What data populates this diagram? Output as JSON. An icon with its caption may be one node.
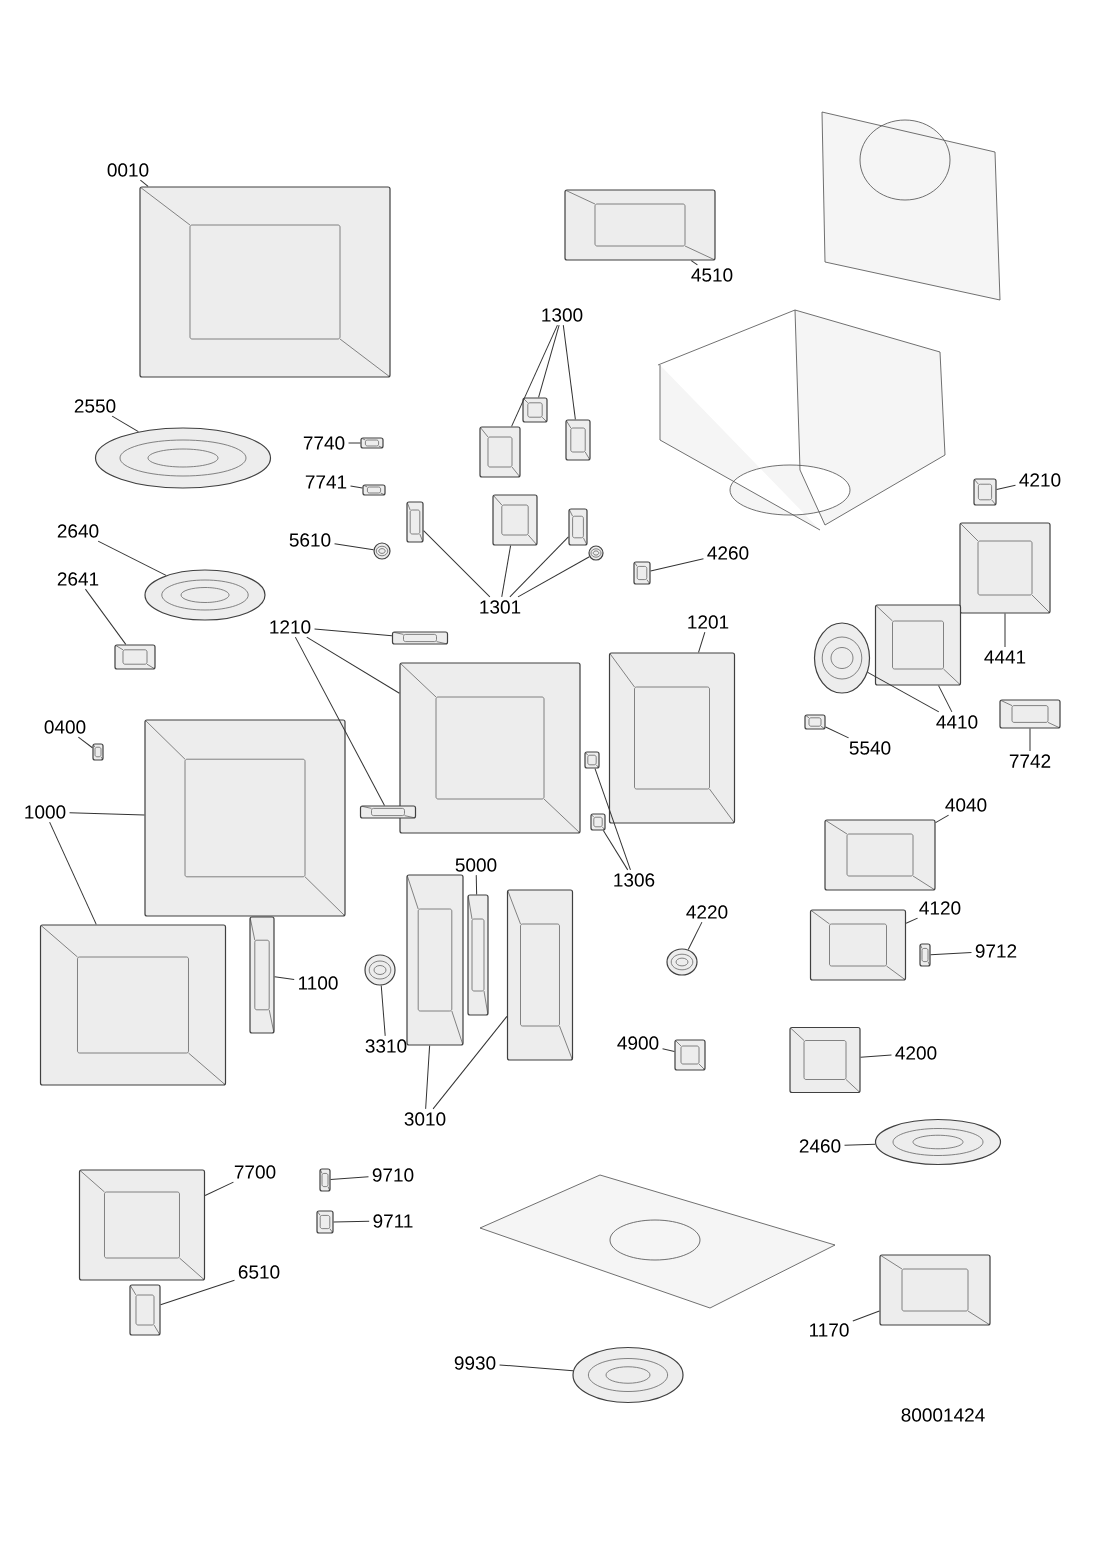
{
  "diagram": {
    "nodes": [
      {
        "text": [
          "0010"
        ]
      },
      {
        "text": [],
        "shape": "picture"
      },
      {
        "text": [
          "4510"
        ]
      },
      {
        "text": [],
        "shape": "picture"
      },
      {
        "text": [
          "1300"
        ]
      },
      {
        "text": [],
        "shape": "picture"
      },
      {
        "text": [],
        "shape": "picture"
      },
      {
        "text": [],
        "shape": "picture"
      },
      {
        "text": [
          "7740"
        ]
      },
      {
        "text": [],
        "shape": "picture"
      },
      {
        "text": [
          "7741"
        ]
      },
      {
        "text": [],
        "shape": "picture"
      },
      {
        "text": [
          "2550"
        ]
      },
      {
        "text": [],
        "shape": "picture"
      },
      {
        "text": [
          "4210"
        ]
      },
      {
        "text": [],
        "shape": "picture"
      },
      {
        "text": [
          "5610"
        ]
      },
      {
        "text": [],
        "shape": "picture"
      },
      {
        "text": [
          "4260"
        ]
      },
      {
        "text": [],
        "shape": "picture"
      },
      {
        "text": [
          "1301"
        ]
      },
      {
        "text": [],
        "shape": "picture"
      },
      {
        "text": [],
        "shape": "picture"
      },
      {
        "text": [],
        "shape": "picture"
      },
      {
        "text": [],
        "shape": "picture"
      },
      {
        "text": [
          "2640"
        ]
      },
      {
        "text": [],
        "shape": "picture"
      },
      {
        "text": [
          "2641"
        ]
      },
      {
        "text": [],
        "shape": "picture"
      },
      {
        "text": [
          "1210"
        ]
      },
      {
        "text": [],
        "shape": "picture"
      },
      {
        "text": [],
        "shape": "picture"
      },
      {
        "text": [],
        "shape": "picture"
      },
      {
        "text": [
          "1201"
        ]
      },
      {
        "text": [],
        "shape": "picture"
      },
      {
        "text": [
          "4441"
        ]
      },
      {
        "text": [],
        "shape": "picture"
      },
      {
        "text": [
          "4410"
        ]
      },
      {
        "text": [],
        "shape": "picture"
      },
      {
        "text": [],
        "shape": "picture"
      },
      {
        "text": [
          "0400"
        ]
      },
      {
        "text": [],
        "shape": "picture"
      },
      {
        "text": [
          "5540"
        ]
      },
      {
        "text": [],
        "shape": "picture"
      },
      {
        "text": [
          "7742"
        ]
      },
      {
        "text": [],
        "shape": "picture"
      },
      {
        "text": [
          "1000"
        ]
      },
      {
        "text": [],
        "shape": "picture"
      },
      {
        "text": [],
        "shape": "picture"
      },
      {
        "text": [
          "4040"
        ]
      },
      {
        "text": [],
        "shape": "picture"
      },
      {
        "text": [
          "1306"
        ]
      },
      {
        "text": [],
        "shape": "picture"
      },
      {
        "text": [],
        "shape": "picture"
      },
      {
        "text": [
          "5000"
        ]
      },
      {
        "text": [],
        "shape": "picture"
      },
      {
        "text": [
          "4120"
        ]
      },
      {
        "text": [],
        "shape": "picture"
      },
      {
        "text": [
          "4220"
        ]
      },
      {
        "text": [],
        "shape": "picture"
      },
      {
        "text": [
          "9712"
        ]
      },
      {
        "text": [],
        "shape": "picture"
      },
      {
        "text": [
          "1100"
        ]
      },
      {
        "text": [],
        "shape": "picture"
      },
      {
        "text": [
          "3310"
        ]
      },
      {
        "text": [],
        "shape": "picture"
      },
      {
        "text": [
          "4900"
        ]
      },
      {
        "text": [],
        "shape": "picture"
      },
      {
        "text": [
          "4200"
        ]
      },
      {
        "text": [],
        "shape": "picture"
      },
      {
        "text": [
          "3010"
        ]
      },
      {
        "text": [],
        "shape": "picture"
      },
      {
        "text": [],
        "shape": "picture"
      },
      {
        "text": [
          "2460"
        ]
      },
      {
        "text": [],
        "shape": "picture"
      },
      {
        "text": [
          "7700"
        ]
      },
      {
        "text": [],
        "shape": "picture"
      },
      {
        "text": [
          "9710"
        ]
      },
      {
        "text": [],
        "shape": "picture"
      },
      {
        "text": [
          "9711"
        ]
      },
      {
        "text": [],
        "shape": "picture"
      },
      {
        "text": [
          "6510"
        ]
      },
      {
        "text": [],
        "shape": "picture"
      },
      {
        "text": [
          "1170"
        ]
      },
      {
        "text": [],
        "shape": "picture"
      },
      {
        "text": [
          "9930"
        ]
      },
      {
        "text": [],
        "shape": "picture"
      }
    ],
    "edges": [
      {
        "from": 0,
        "to": 1,
        "arrow": "none"
      },
      {
        "from": 2,
        "to": 3,
        "arrow": "none"
      },
      {
        "from": 4,
        "to": 5,
        "arrow": "none"
      },
      {
        "from": 4,
        "to": 6,
        "arrow": "none"
      },
      {
        "from": 4,
        "to": 7,
        "arrow": "none"
      },
      {
        "from": 8,
        "to": 9,
        "arrow": "none"
      },
      {
        "from": 10,
        "to": 11,
        "arrow": "none"
      },
      {
        "from": 12,
        "to": 13,
        "arrow": "none"
      },
      {
        "from": 14,
        "to": 15,
        "arrow": "none"
      },
      {
        "from": 16,
        "to": 17,
        "arrow": "none"
      },
      {
        "from": 18,
        "to": 19,
        "arrow": "none"
      },
      {
        "from": 20,
        "to": 21,
        "arrow": "none"
      },
      {
        "from": 20,
        "to": 22,
        "arrow": "none"
      },
      {
        "from": 20,
        "to": 23,
        "arrow": "none"
      },
      {
        "from": 20,
        "to": 24,
        "arrow": "none"
      },
      {
        "from": 25,
        "to": 26,
        "arrow": "none"
      },
      {
        "from": 27,
        "to": 28,
        "arrow": "none"
      },
      {
        "from": 29,
        "to": 30,
        "arrow": "none"
      },
      {
        "from": 29,
        "to": 31,
        "arrow": "none"
      },
      {
        "from": 29,
        "to": 32,
        "arrow": "none"
      },
      {
        "from": 33,
        "to": 34,
        "arrow": "none"
      },
      {
        "from": 35,
        "to": 36,
        "arrow": "none"
      },
      {
        "from": 37,
        "to": 38,
        "arrow": "none"
      },
      {
        "from": 37,
        "to": 39,
        "arrow": "none"
      },
      {
        "from": 40,
        "to": 41,
        "arrow": "none"
      },
      {
        "from": 42,
        "to": 43,
        "arrow": "none"
      },
      {
        "from": 44,
        "to": 45,
        "arrow": "none"
      },
      {
        "from": 46,
        "to": 47,
        "arrow": "none"
      },
      {
        "from": 46,
        "to": 48,
        "arrow": "none"
      },
      {
        "from": 49,
        "to": 50,
        "arrow": "none"
      },
      {
        "from": 51,
        "to": 52,
        "arrow": "none"
      },
      {
        "from": 51,
        "to": 53,
        "arrow": "none"
      },
      {
        "from": 54,
        "to": 55,
        "arrow": "none"
      },
      {
        "from": 56,
        "to": 57,
        "arrow": "none"
      },
      {
        "from": 58,
        "to": 59,
        "arrow": "none"
      },
      {
        "from": 60,
        "to": 61,
        "arrow": "none"
      },
      {
        "from": 62,
        "to": 63,
        "arrow": "none"
      },
      {
        "from": 64,
        "to": 65,
        "arrow": "none"
      },
      {
        "from": 66,
        "to": 67,
        "arrow": "none"
      },
      {
        "from": 68,
        "to": 69,
        "arrow": "none"
      },
      {
        "from": 70,
        "to": 71,
        "arrow": "none"
      },
      {
        "from": 70,
        "to": 72,
        "arrow": "none"
      },
      {
        "from": 73,
        "to": 74,
        "arrow": "none"
      },
      {
        "from": 75,
        "to": 76,
        "arrow": "none"
      },
      {
        "from": 77,
        "to": 78,
        "arrow": "none"
      },
      {
        "from": 79,
        "to": 80,
        "arrow": "none"
      },
      {
        "from": 81,
        "to": 82,
        "arrow": "none"
      },
      {
        "from": 83,
        "to": 84,
        "arrow": "none"
      },
      {
        "from": 85,
        "to": 86,
        "arrow": "none"
      }
    ],
    "labels": [
      "80001424"
    ]
  }
}
